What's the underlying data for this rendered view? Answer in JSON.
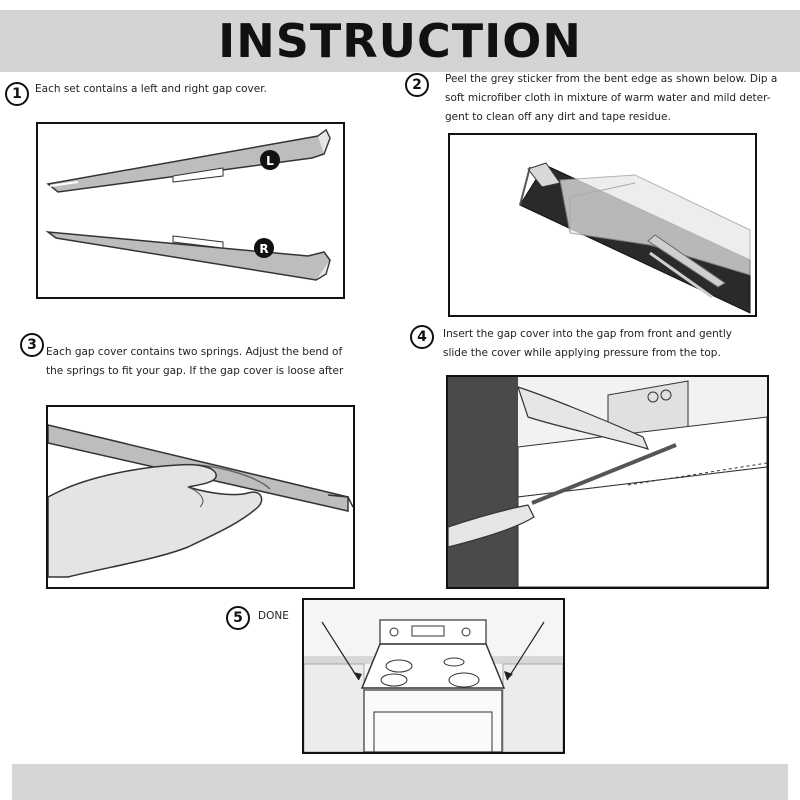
{
  "title": "INSTRUCTION",
  "steps": [
    {
      "number": "1",
      "text": "Each set contains a left and right gap cover."
    },
    {
      "number": "2",
      "lines": [
        "Peel the grey sticker from the bent edge as shown below. Dip a",
        "soft microfiber cloth in mixture of warm water and mild deter-",
        "gent to clean off any dirt and tape residue."
      ]
    },
    {
      "number": "3",
      "lines": [
        "Each gap cover contains two springs. Adjust the bend of",
        "the springs to fit your gap. If the gap cover is loose after"
      ]
    },
    {
      "number": "4",
      "lines": [
        "Insert the gap cover into the gap from front and gently",
        "slide the cover while applying pressure from the top."
      ]
    },
    {
      "number": "5",
      "text": "DONE"
    }
  ],
  "labels": {
    "left": "L",
    "right": "R"
  },
  "colors": {
    "title_bar": "#d4d4d4",
    "bottom_bar": "#d6d6d6",
    "frame_border": "#111111"
  }
}
